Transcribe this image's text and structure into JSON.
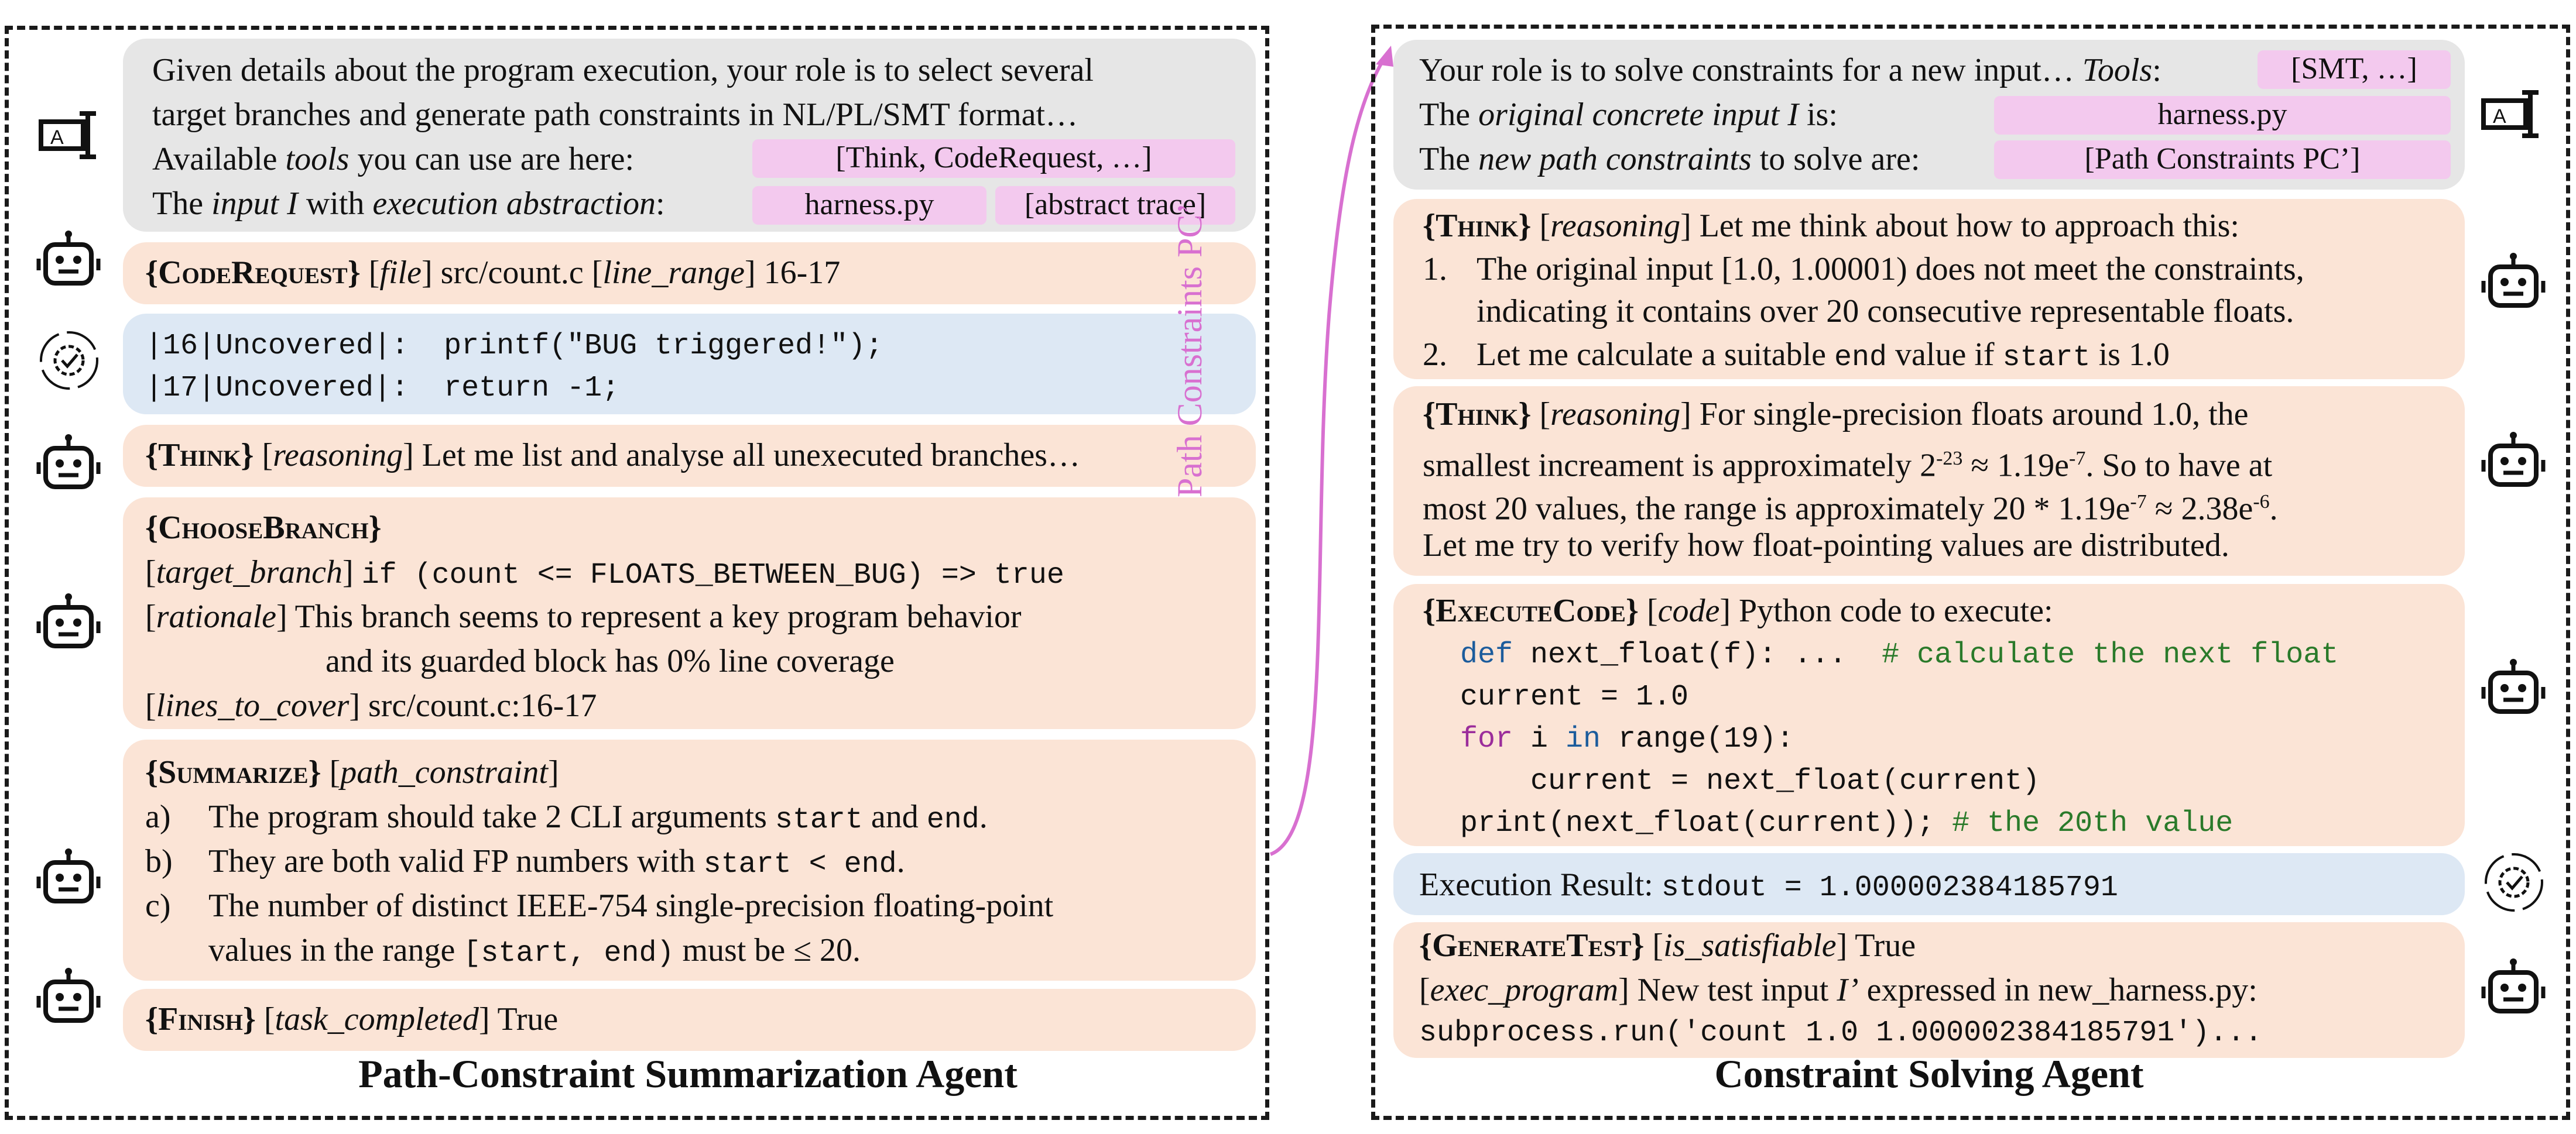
{
  "colors": {
    "gray_block": "#e6e6e6",
    "agent_block": "#fbe4d6",
    "tool_block": "#dde8f4",
    "pill": "#f3c9ee",
    "arrow": "#d870d0"
  },
  "icons": {
    "prompt": "text-cursor-icon",
    "agent": "robot-icon",
    "tool": "gear-refresh-icon"
  },
  "left": {
    "title": "Path-Constraint Summarization Agent",
    "prompt": {
      "line1": "Given details about the program execution, your role is to select several",
      "line2": "target branches and generate path constraints in NL/PL/SMT format…",
      "line3a": "Available ",
      "line3b": "tools",
      "line3c": " you can use are here:",
      "line4a": "The ",
      "line4b": "input I",
      "line4c": " with ",
      "line4d": "execution abstraction",
      "line4e": ":",
      "pill_tools": "[Think, CodeRequest, …]",
      "pill_harness": "harness.py",
      "pill_trace": "[abstract trace]"
    },
    "coderequest": {
      "tag": "{CodeRequest}",
      "p1": "[",
      "k1": "file",
      "p2": "] src/count.c [",
      "k2": "line_range",
      "p3": "] 16-17"
    },
    "code_output": {
      "line1": "|16|Uncovered|:  printf(\"BUG triggered!\");",
      "line2": "|17|Uncovered|:  return -1;"
    },
    "think": {
      "tag": "{Think}",
      "p1": " [",
      "k1": "reasoning",
      "p2": "] Let me list and analyse all unexecuted branches…"
    },
    "choosebranch": {
      "tag": "{ChooseBranch}",
      "l1a": "[",
      "l1k": "target_branch",
      "l1b": "] ",
      "l1code": "if (count <= FLOATS_BETWEEN_BUG) => true",
      "l2a": "[",
      "l2k": "rationale",
      "l2b": "] This branch seems to represent a key program behavior",
      "l3": "and its guarded block has 0% line coverage",
      "l4a": "[",
      "l4k": "lines_to_cover",
      "l4b": "] src/count.c:16-17"
    },
    "summarize": {
      "tag": "{Summarize}",
      "p1": " [",
      "k1": "path_constraint",
      "p2": "]",
      "a_mark": "a)",
      "a1": "The program should take 2 CLI arguments ",
      "a_c1": "start",
      "a2": " and ",
      "a_c2": "end",
      "a3": ".",
      "b_mark": "b)",
      "b1": "They are both valid FP numbers with ",
      "b_c1": "start < end",
      "b2": ".",
      "c_mark": "c)",
      "c1": "The number of distinct IEEE-754 single-precision floating-point",
      "c2a": "values in the range ",
      "c2code": "[start, end)",
      "c2b": " must be ≤ 20."
    },
    "finish": {
      "tag": "{Finish}",
      "p1": " [",
      "k1": "task_completed",
      "p2": "] True"
    }
  },
  "arrow_label": "Path Constraints PC’",
  "right": {
    "title": "Constraint Solving Agent",
    "prompt": {
      "l1a": "Your role is to solve constraints for a new input… ",
      "l1b": "Tools",
      "l1c": ":",
      "l2a": "The ",
      "l2b": "original concrete input I",
      "l2c": " is:",
      "l3a": "The ",
      "l3b": "new path constraints",
      "l3c": " to solve are:",
      "pill_tools": "[SMT, …]",
      "pill_harness": "harness.py",
      "pill_pc": "[Path Constraints PC’]"
    },
    "think1": {
      "tag": "{Think}",
      "p1": " [",
      "k1": "reasoning",
      "p2": "] Let me think about how to approach this:",
      "m1": "1.",
      "i1a": "The original input [1.0, 1.00001) does not meet the constraints,",
      "i1b": "indicating it contains over 20 consecutive representable floats.",
      "m2": "2.",
      "i2a": "Let me calculate a suitable ",
      "i2c1": "end",
      "i2b": " value if ",
      "i2c2": "start",
      "i2d": " is 1.0"
    },
    "think2": {
      "tag": "{Think}",
      "p1": " [",
      "k1": "reasoning",
      "p2": "] For single-precision floats around 1.0, the",
      "l2a": "smallest increament is approximately 2",
      "l2sup": "-23",
      "l2b": " ≈ 1.19e",
      "l2sup2": "-7",
      "l2c": ". So to have at",
      "l3a": "most 20 values, the range is approximately 20 * 1.19e",
      "l3sup": "-7",
      "l3b": " ≈ 2.38e",
      "l3sup2": "-6",
      "l3c": ".",
      "l4": "Let me try to verify how float-pointing values are distributed."
    },
    "execute": {
      "tag": "{ExecuteCode}",
      "p1": " [",
      "k1": "code",
      "p2": "] Python code to execute:",
      "c1_kw": "def",
      "c1_rest": " next_float(f): ...  ",
      "c1_cm": "# calculate the next float",
      "c2": "current = 1.0",
      "c3_kw": "for",
      "c3_a": " i ",
      "c3_kw2": "in",
      "c3_b": " range(19):",
      "c4": "    current = next_float(current)",
      "c5a": "print(next_float(current)); ",
      "c5cm": "# the 20th value"
    },
    "result": {
      "label": "Execution Result: ",
      "code": "stdout = 1.000002384185791"
    },
    "generate": {
      "tag": "{GenerateTest}",
      "p1": " [",
      "k1": "is_satisfiable",
      "p2": "] True",
      "l2a": "[",
      "l2k": "exec_program",
      "l2b": "] New test input ",
      "l2i": "I’",
      "l2c": " expressed in  new_harness.py:",
      "l3": "subprocess.run('count 1.0 1.000002384185791')..."
    }
  }
}
